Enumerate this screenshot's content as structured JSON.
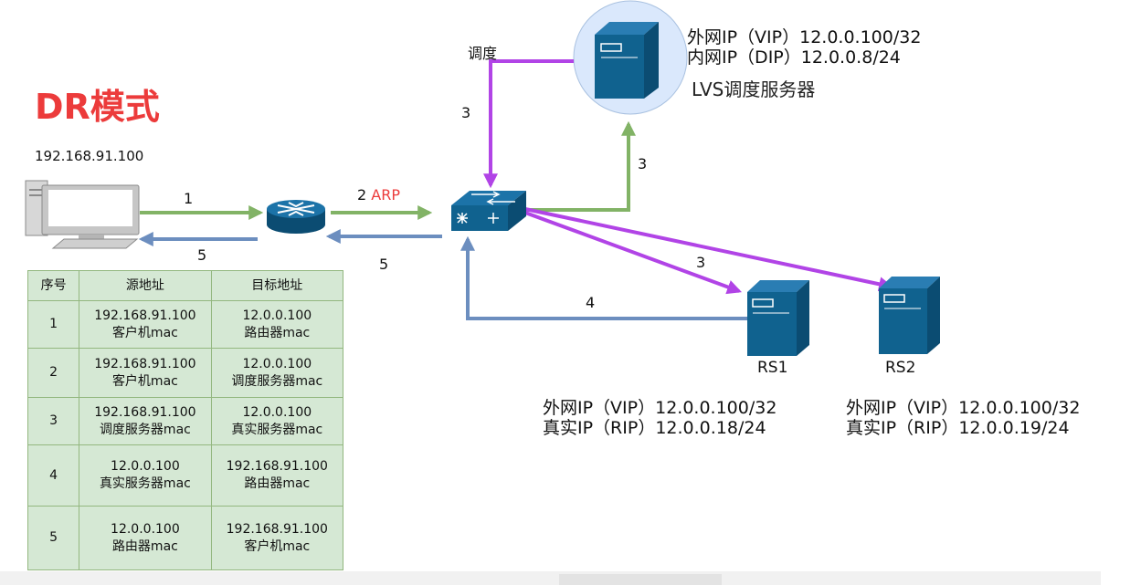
{
  "title": "DR模式",
  "client": {
    "ip": "192.168.91.100"
  },
  "lvs": {
    "line1": "外网IP（VIP）12.0.0.100/32",
    "line2": "内网IP（DIP）12.0.0.8/24",
    "name": "LVS调度服务器"
  },
  "rs1": {
    "name": "RS1",
    "line1": "外网IP（VIP）12.0.0.100/32",
    "line2": "真实IP（RIP）12.0.0.18/24"
  },
  "rs2": {
    "name": "RS2",
    "line1": "外网IP（VIP）12.0.0.100/32",
    "line2": "真实IP（RIP）12.0.0.19/24"
  },
  "edges": {
    "pc_router": "1",
    "router_pc": "5",
    "router_switch_num": "2",
    "router_switch_text": "ARP",
    "switch_router": "5",
    "schedule_label": "调度",
    "lvs_switch": "3",
    "switch_lvs": "3",
    "switch_rs1": "3",
    "rs1_switch": "4"
  },
  "colors": {
    "green": "#82b366",
    "blue": "#6c8ebf",
    "purple": "#b144e6",
    "title_red": "#ec3b3b",
    "table_bg": "#d5e8d4",
    "device_blue": "#10628f"
  },
  "icons": [
    "desktop-pc-icon",
    "router-icon",
    "switch-icon",
    "server-icon"
  ],
  "table": {
    "headers": [
      "序号",
      "源地址",
      "目标地址"
    ],
    "rows": [
      {
        "n": "1",
        "src": [
          "192.168.91.100",
          "客户机mac"
        ],
        "dst": [
          "12.0.0.100",
          "路由器mac"
        ]
      },
      {
        "n": "2",
        "src": [
          "192.168.91.100",
          "客户机mac"
        ],
        "dst": [
          "12.0.0.100",
          "调度服务器mac"
        ]
      },
      {
        "n": "3",
        "src": [
          "192.168.91.100",
          "调度服务器mac"
        ],
        "dst": [
          "12.0.0.100",
          "真实服务器mac"
        ]
      },
      {
        "n": "4",
        "src": [
          "12.0.0.100",
          "真实服务器mac"
        ],
        "dst": [
          "192.168.91.100",
          "路由器mac"
        ]
      },
      {
        "n": "5",
        "src": [
          "12.0.0.100",
          "路由器mac"
        ],
        "dst": [
          "192.168.91.100",
          "客户机mac"
        ]
      }
    ]
  }
}
